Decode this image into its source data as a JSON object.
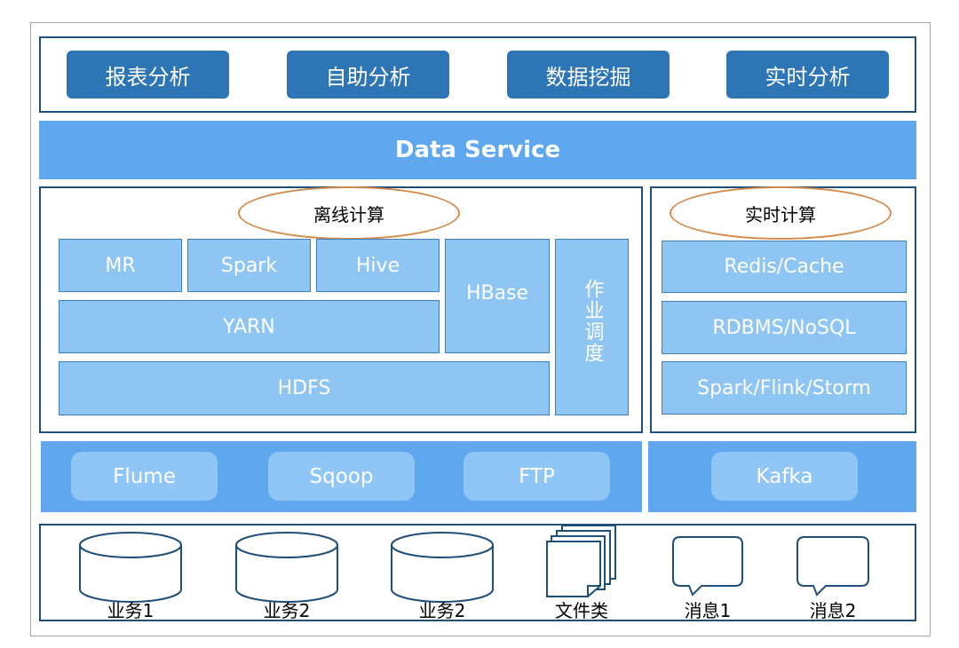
{
  "top_apps": [
    "报表分析",
    "自助分析",
    "数据挖掘",
    "实时分析"
  ],
  "data_service": "Data Service",
  "offline": {
    "title": "离线计算",
    "mr": "MR",
    "spark": "Spark",
    "hive": "Hive",
    "hbase": "HBase",
    "scheduler": "作业调度",
    "yarn": "YARN",
    "hdfs": "HDFS"
  },
  "realtime": {
    "title": "实时计算",
    "items": [
      "Redis/Cache",
      "RDBMS/NoSQL",
      "Spark/Flink/Storm"
    ]
  },
  "ingest": {
    "batch": [
      "Flume",
      "Sqoop",
      "FTP"
    ],
    "stream": "Kafka"
  },
  "sources": [
    {
      "label": "业务1",
      "icon": "database-icon"
    },
    {
      "label": "业务2",
      "icon": "database-icon"
    },
    {
      "label": "业务2",
      "icon": "database-icon"
    },
    {
      "label": "文件类",
      "icon": "file-stack-icon"
    },
    {
      "label": "消息1",
      "icon": "message-icon"
    },
    {
      "label": "消息2",
      "icon": "message-icon"
    }
  ],
  "colors": {
    "dark_blue": "#2e75b6",
    "band_blue": "#5fa8ef",
    "cell_blue": "#8ec5f3",
    "frame": "#1f4e79",
    "oval": "#d48a4a"
  }
}
